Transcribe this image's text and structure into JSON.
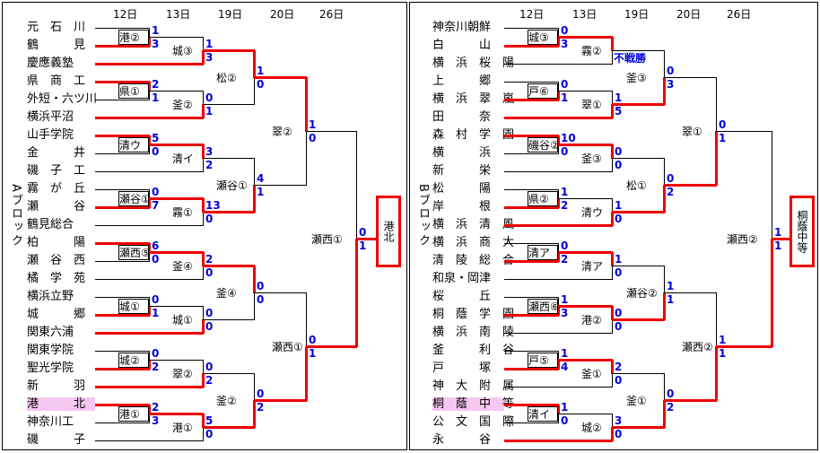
{
  "dates": [
    "12日",
    "13日",
    "19日",
    "20日",
    "26日"
  ],
  "blockA": {
    "label": "Aブロック",
    "teams": [
      "元　石　川",
      "鶴　　　見",
      "慶應義塾",
      "県　商　工",
      "外短・六ツ川",
      "横浜平沼",
      "山手学院",
      "金　　　井",
      "磯　子　工",
      "霧　が　丘",
      "瀬　　　谷",
      "鶴見総合",
      "柏　　　陽",
      "瀬　谷　西",
      "橘　学　苑",
      "横浜立野",
      "城　　　郷",
      "関東六浦",
      "関東学院",
      "聖光学院",
      "新　　　羽",
      "港　　　北",
      "神奈川工",
      "磯　　　子"
    ],
    "r1": [
      "港②",
      "県①",
      "清ウ",
      "瀬谷①",
      "瀬西⑤",
      "城①",
      "城②",
      "港①"
    ],
    "r2": [
      "城③",
      "釜②",
      "清イ",
      "霧①",
      "釜④",
      "城①",
      "翠②",
      "港①"
    ],
    "r3": [
      "松②",
      "瀬谷①",
      "釜④",
      "釜②"
    ],
    "r4": [
      "翠②",
      "瀬西①"
    ],
    "r5": [
      "瀬西①"
    ],
    "champion": "港北",
    "r1scores": [
      [
        "1",
        "3"
      ],
      [
        "2",
        "1"
      ],
      [
        "5",
        "0"
      ],
      [
        "0",
        "7"
      ],
      [
        "6",
        "0"
      ],
      [
        "0",
        "1"
      ],
      [
        "0",
        "2"
      ],
      [
        "2",
        "3"
      ]
    ],
    "r2scores": [
      [
        "1",
        "3"
      ],
      [
        "0",
        "1"
      ],
      [
        "3",
        "2"
      ],
      [
        "13",
        "0"
      ],
      [
        "2",
        "0"
      ],
      [
        "0",
        "0"
      ],
      [
        "0",
        "2"
      ],
      [
        "5",
        "0"
      ]
    ],
    "r3scores": [
      [
        "1",
        "0"
      ],
      [
        "4",
        "1"
      ],
      [
        "0",
        "0"
      ],
      [
        "0",
        "2"
      ]
    ],
    "r4scores": [
      [
        "1",
        "0"
      ],
      [
        "0",
        "1"
      ]
    ],
    "r5scores": [
      "0",
      "1"
    ]
  },
  "blockB": {
    "label": "Bブロック",
    "teams": [
      "神奈川朝鮮",
      "白　　　山",
      "横　浜　桜　陽",
      "上　　　郷",
      "横　浜　翠　嵐",
      "田　　　奈",
      "森　村　学　園",
      "横　　　浜",
      "新　　　栄",
      "松　　　陽",
      "岸　　　根",
      "横　浜　清　風",
      "横　浜　商　大",
      "清　陵　総　合",
      "和泉・岡津",
      "桜　　　丘",
      "桐　蔭　学　園",
      "横　浜　南　陵",
      "釜　　　利　谷",
      "戸　　　塚",
      "神　大　附　属",
      "桐　蔭　中　等",
      "公　文　国　際",
      "永　　　谷"
    ],
    "r1": [
      "城③",
      "戸⑥",
      "磯谷②",
      "県②",
      "清ア",
      "瀬西⑥",
      "戸⑤",
      "清イ"
    ],
    "r2": [
      "霧②",
      "翠①",
      "釜③",
      "清ウ",
      "清ア",
      "港②",
      "釜①",
      "城②"
    ],
    "r3": [
      "釜③",
      "松①",
      "瀬谷②",
      "釜①"
    ],
    "r4": [
      "翠①",
      "瀬西②"
    ],
    "r5": [
      "瀬西②"
    ],
    "champion": "桐蔭中等",
    "note": "不戦勝",
    "r1scores": [
      [
        "0",
        "3"
      ],
      [
        "0",
        "1"
      ],
      [
        "10",
        "0"
      ],
      [
        "1",
        "2"
      ],
      [
        "0",
        "2"
      ],
      [
        "1",
        "3"
      ],
      [
        "1",
        "4"
      ],
      [
        "1",
        "0"
      ]
    ],
    "r2scores": [
      [
        "",
        ""
      ],
      [
        "1",
        "5"
      ],
      [
        "0",
        "0"
      ],
      [
        "1",
        "0"
      ],
      [
        "1",
        "0"
      ],
      [
        "0",
        "0"
      ],
      [
        "2",
        "0"
      ],
      [
        "3",
        "0"
      ]
    ],
    "r3scores": [
      [
        "0",
        "3"
      ],
      [
        "0",
        "2"
      ],
      [
        "1",
        "1"
      ],
      [
        "0",
        "2"
      ]
    ],
    "r4scores": [
      [
        "0",
        "1"
      ],
      [
        "1",
        "1"
      ]
    ],
    "r5scores": [
      "1",
      "1"
    ]
  }
}
